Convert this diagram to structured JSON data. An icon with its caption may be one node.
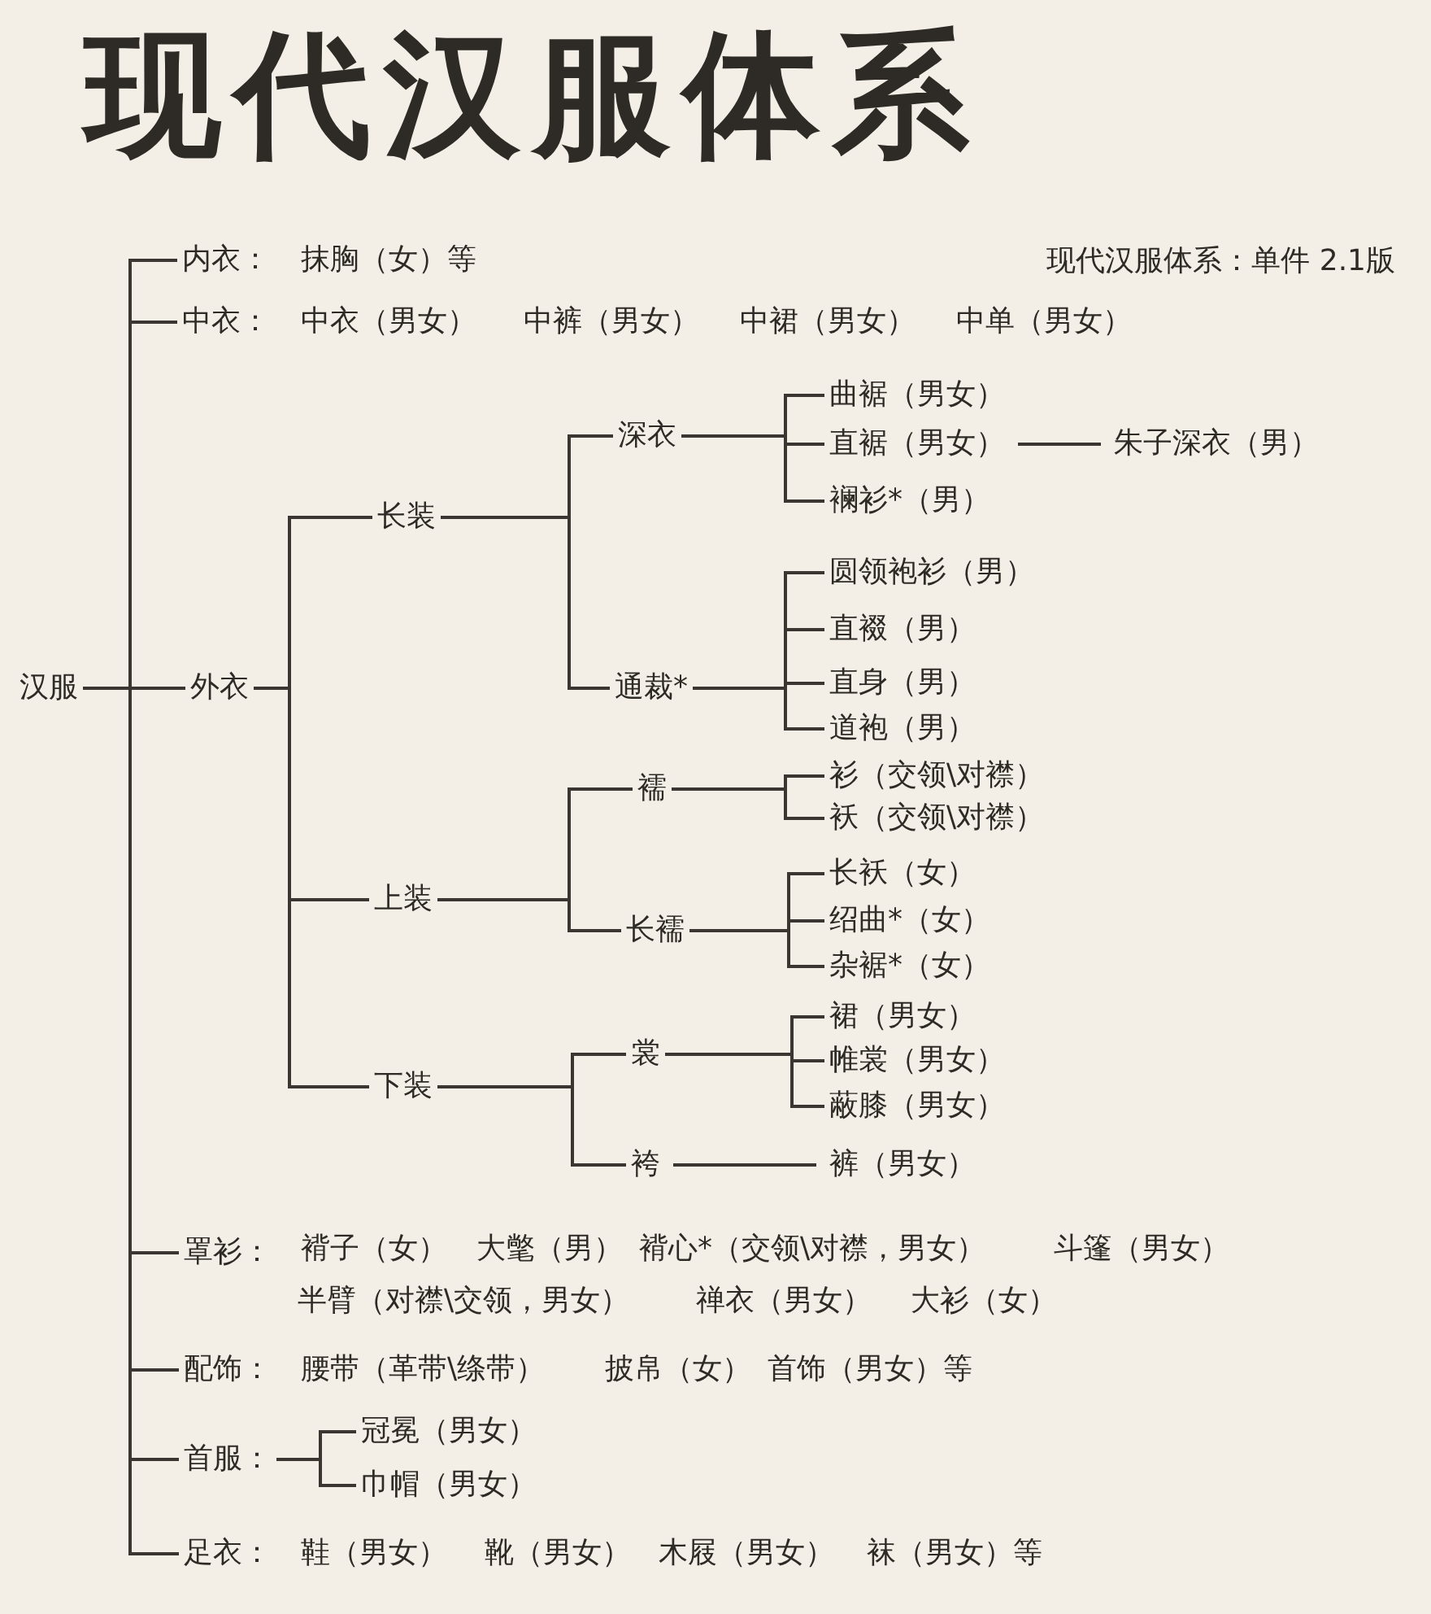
{
  "diagram": {
    "title": "现代汉服体系",
    "nodes": [
      {
        "text": [
          "汉服"
        ]
      },
      {
        "text": [
          "内衣："
        ],
        "beside": [
          "抹胸（女）等"
        ]
      },
      {
        "text": [
          "中衣："
        ],
        "beside": [
          "中衣（男女）",
          "中裤（男女）",
          "中裙（男女）",
          "中单（男女）"
        ]
      },
      {
        "text": [
          "外衣"
        ]
      },
      {
        "text": [
          "长装"
        ]
      },
      {
        "text": [
          "深衣"
        ]
      },
      {
        "text": [
          "曲裾（男女）"
        ]
      },
      {
        "text": [
          "直裾（男女）"
        ]
      },
      {
        "text": [
          "朱子深衣（男）"
        ]
      },
      {
        "text": [
          "襕衫*（男）"
        ]
      },
      {
        "text": [
          "通裁*"
        ]
      },
      {
        "text": [
          "圆领袍衫（男）"
        ]
      },
      {
        "text": [
          "直裰（男）"
        ]
      },
      {
        "text": [
          "直身（男）"
        ]
      },
      {
        "text": [
          "道袍（男）"
        ]
      },
      {
        "text": [
          "上装"
        ]
      },
      {
        "text": [
          "襦"
        ]
      },
      {
        "text": [
          "衫（交领\\对襟）"
        ]
      },
      {
        "text": [
          "袄（交领\\对襟）"
        ]
      },
      {
        "text": [
          "长襦"
        ]
      },
      {
        "text": [
          "长袄（女）"
        ]
      },
      {
        "text": [
          "绍曲*（女）"
        ]
      },
      {
        "text": [
          "杂裾*（女）"
        ]
      },
      {
        "text": [
          "下装"
        ]
      },
      {
        "text": [
          "裳"
        ]
      },
      {
        "text": [
          "裙（男女）"
        ]
      },
      {
        "text": [
          "帷裳（男女）"
        ]
      },
      {
        "text": [
          "蔽膝（男女）"
        ]
      },
      {
        "text": [
          "袴"
        ]
      },
      {
        "text": [
          "裤（男女）"
        ]
      },
      {
        "text": [
          "罩衫："
        ],
        "beside": [
          "褙子（女）",
          "大氅（男）",
          "褙心*（交领\\对襟，男女）",
          "斗篷（男女）",
          "半臂（对襟\\交领，男女）",
          "禅衣（男女）",
          "大衫（女）"
        ]
      },
      {
        "text": [
          "配饰："
        ],
        "beside": [
          "腰带（革带\\绦带）",
          "披帛（女）",
          "首饰（男女）等"
        ]
      },
      {
        "text": [
          "首服："
        ]
      },
      {
        "text": [
          "冠冕（男女）"
        ]
      },
      {
        "text": [
          "巾帽（男女）"
        ]
      },
      {
        "text": [
          "足衣："
        ],
        "beside": [
          "鞋（男女）",
          "靴（男女）",
          "木屐（男女）",
          "袜（男女）等"
        ]
      }
    ],
    "edges": [
      {
        "from": 0,
        "to": 1,
        "arrow": "none"
      },
      {
        "from": 0,
        "to": 2,
        "arrow": "none"
      },
      {
        "from": 0,
        "to": 3,
        "arrow": "none"
      },
      {
        "from": 0,
        "to": 30,
        "arrow": "none"
      },
      {
        "from": 0,
        "to": 31,
        "arrow": "none"
      },
      {
        "from": 0,
        "to": 32,
        "arrow": "none"
      },
      {
        "from": 0,
        "to": 35,
        "arrow": "none"
      },
      {
        "from": 3,
        "to": 4,
        "arrow": "none"
      },
      {
        "from": 3,
        "to": 15,
        "arrow": "none"
      },
      {
        "from": 3,
        "to": 23,
        "arrow": "none"
      },
      {
        "from": 4,
        "to": 5,
        "arrow": "none"
      },
      {
        "from": 4,
        "to": 10,
        "arrow": "none"
      },
      {
        "from": 5,
        "to": 6,
        "arrow": "none"
      },
      {
        "from": 5,
        "to": 7,
        "arrow": "none"
      },
      {
        "from": 5,
        "to": 9,
        "arrow": "none"
      },
      {
        "from": 7,
        "to": 8,
        "arrow": "none"
      },
      {
        "from": 10,
        "to": 11,
        "arrow": "none"
      },
      {
        "from": 10,
        "to": 12,
        "arrow": "none"
      },
      {
        "from": 10,
        "to": 13,
        "arrow": "none"
      },
      {
        "from": 10,
        "to": 14,
        "arrow": "none"
      },
      {
        "from": 15,
        "to": 16,
        "arrow": "none"
      },
      {
        "from": 15,
        "to": 19,
        "arrow": "none"
      },
      {
        "from": 16,
        "to": 17,
        "arrow": "none"
      },
      {
        "from": 16,
        "to": 18,
        "arrow": "none"
      },
      {
        "from": 19,
        "to": 20,
        "arrow": "none"
      },
      {
        "from": 19,
        "to": 21,
        "arrow": "none"
      },
      {
        "from": 19,
        "to": 22,
        "arrow": "none"
      },
      {
        "from": 23,
        "to": 24,
        "arrow": "none"
      },
      {
        "from": 23,
        "to": 28,
        "arrow": "none"
      },
      {
        "from": 24,
        "to": 25,
        "arrow": "none"
      },
      {
        "from": 24,
        "to": 26,
        "arrow": "none"
      },
      {
        "from": 24,
        "to": 27,
        "arrow": "none"
      },
      {
        "from": 28,
        "to": 29,
        "arrow": "none"
      },
      {
        "from": 32,
        "to": 33,
        "arrow": "none"
      },
      {
        "from": 32,
        "to": 34,
        "arrow": "none"
      }
    ],
    "labels": [
      "现代汉服体系：单件 2.1版"
    ]
  }
}
